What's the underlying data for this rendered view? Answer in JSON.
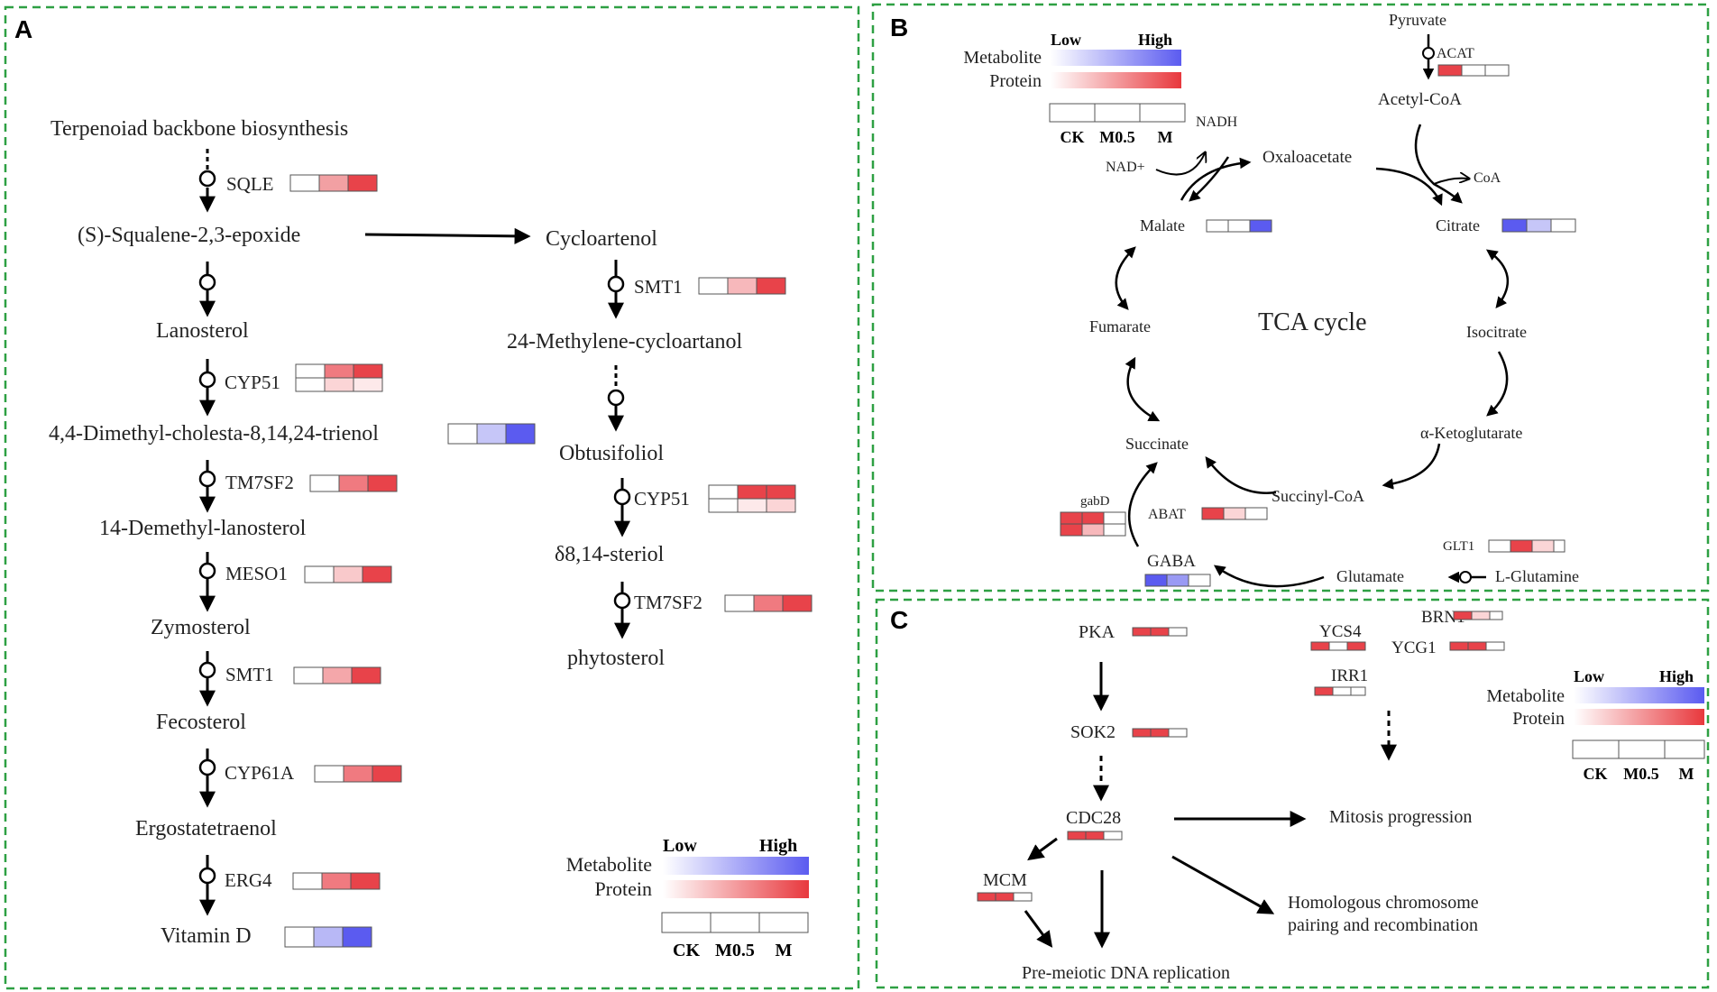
{
  "panel_labels": {
    "a": "A",
    "b": "B",
    "c": "C"
  },
  "colors": {
    "frame": "#2ea043",
    "metabolite_high": "#5b5bf0",
    "protein_high": "#e8383d"
  },
  "legend": {
    "low": "Low",
    "high": "High",
    "metabolite": "Metabolite",
    "protein": "Protein",
    "conditions": [
      "CK",
      "M0.5",
      "M"
    ]
  },
  "panel_a": {
    "nodes": {
      "terpenoid": "Terpenoiad backbone biosynthesis",
      "squalene_epoxide": "(S)-Squalene-2,3-epoxide",
      "lanosterol": "Lanosterol",
      "dimethyl": "4,4-Dimethyl-cholesta-8,14,24-trienol",
      "demethyl": "14-Demethyl-lanosterol",
      "zymosterol": "Zymosterol",
      "fecosterol": "Fecosterol",
      "ergostatetraenol": "Ergostatetraenol",
      "vitamin_d": "Vitamin D",
      "cycloartenol": "Cycloartenol",
      "methylene": "24-Methylene-cycloartanol",
      "obtusifoliol": "Obtusifoliol",
      "sterol_d814": "δ8,14-steriol",
      "phytosterol": "phytosterol"
    },
    "enzymes": {
      "sqle": "SQLE",
      "cyp51_a": "CYP51",
      "tm7sf2_a": "TM7SF2",
      "meso1": "MESO1",
      "smt1_a": "SMT1",
      "cyp61a": "CYP61A",
      "erg4": "ERG4",
      "smt1_b": "SMT1",
      "cyp51_b": "CYP51",
      "tm7sf2_b": "TM7SF2"
    }
  },
  "panel_b": {
    "title": "TCA cycle",
    "nodes": {
      "pyruvate": "Pyruvate",
      "acetyl_coa": "Acetyl-CoA",
      "oxaloacetate": "Oxaloacetate",
      "citrate": "Citrate",
      "isocitrate": "Isocitrate",
      "ketoglutarate": "α-Ketoglutarate",
      "succinyl_coa": "Succinyl-CoA",
      "succinate": "Succinate",
      "fumarate": "Fumarate",
      "malate": "Malate",
      "gaba": "GABA",
      "glutamate": "Glutamate",
      "l_glutamine": "L-Glutamine",
      "nadh": "NADH",
      "nad": "NAD+",
      "coa": "CoA"
    },
    "enzymes": {
      "acat": "ACAT",
      "abat": "ABAT",
      "gabd": "gabD",
      "glt1": "GLT1"
    }
  },
  "panel_c": {
    "nodes": {
      "pka": "PKA",
      "sok2": "SOK2",
      "cdc28": "CDC28",
      "mcm": "MCM",
      "ycs4": "YCS4",
      "brn1": "BRN1",
      "ycg1": "YCG1",
      "irr1": "IRR1",
      "mitosis": "Mitosis progression",
      "homologous_1": "Homologous chromosome",
      "homologous_2": "pairing and recombination",
      "premeiotic": "Pre-meiotic DNA replication"
    }
  }
}
